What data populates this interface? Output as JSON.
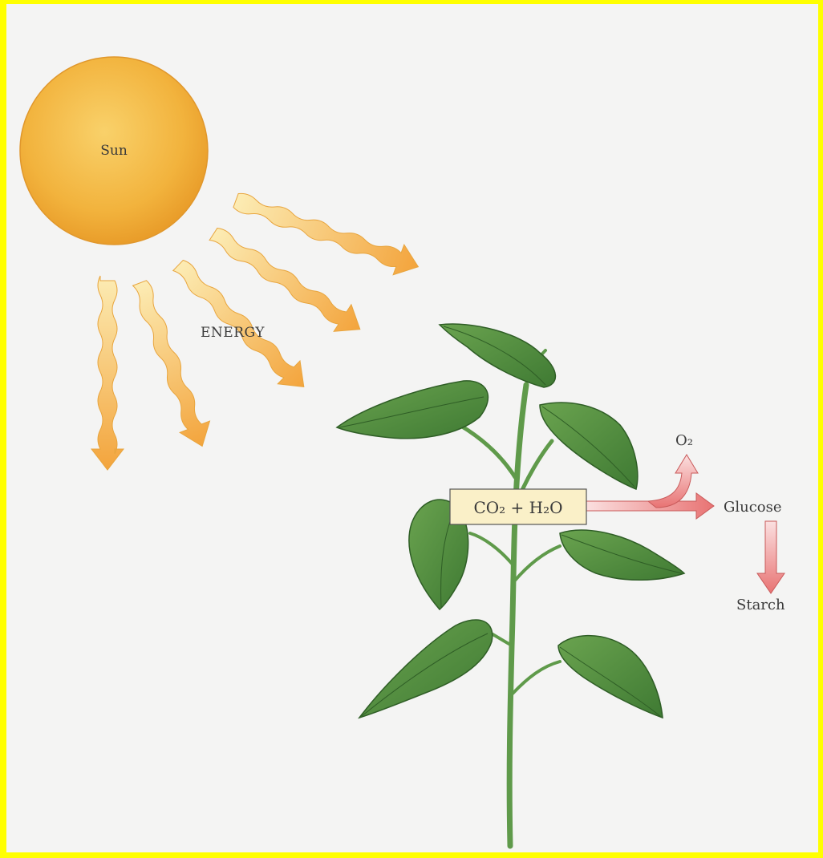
{
  "labels": {
    "sun": "Sun",
    "energy": "ENERGY",
    "reactants": "CO₂ + H₂O",
    "oxygen": "O₂",
    "glucose": "Glucose",
    "starch": "Starch"
  },
  "colors": {
    "frame": "#ffff00",
    "background": "#f4f4f3",
    "sun": "#f2b33d",
    "ray_light": "#fbe7a8",
    "ray_dark": "#f3a43c",
    "leaf": "#4f8a3f",
    "leaf_dark": "#2f5e26",
    "stem": "#5f9a4a",
    "product_arrow": "#e87878",
    "label_box": "#faf0c8"
  },
  "icons": {
    "sun": "sun-icon",
    "rays": "wavy-arrow-icon",
    "plant": "plant-icon"
  }
}
